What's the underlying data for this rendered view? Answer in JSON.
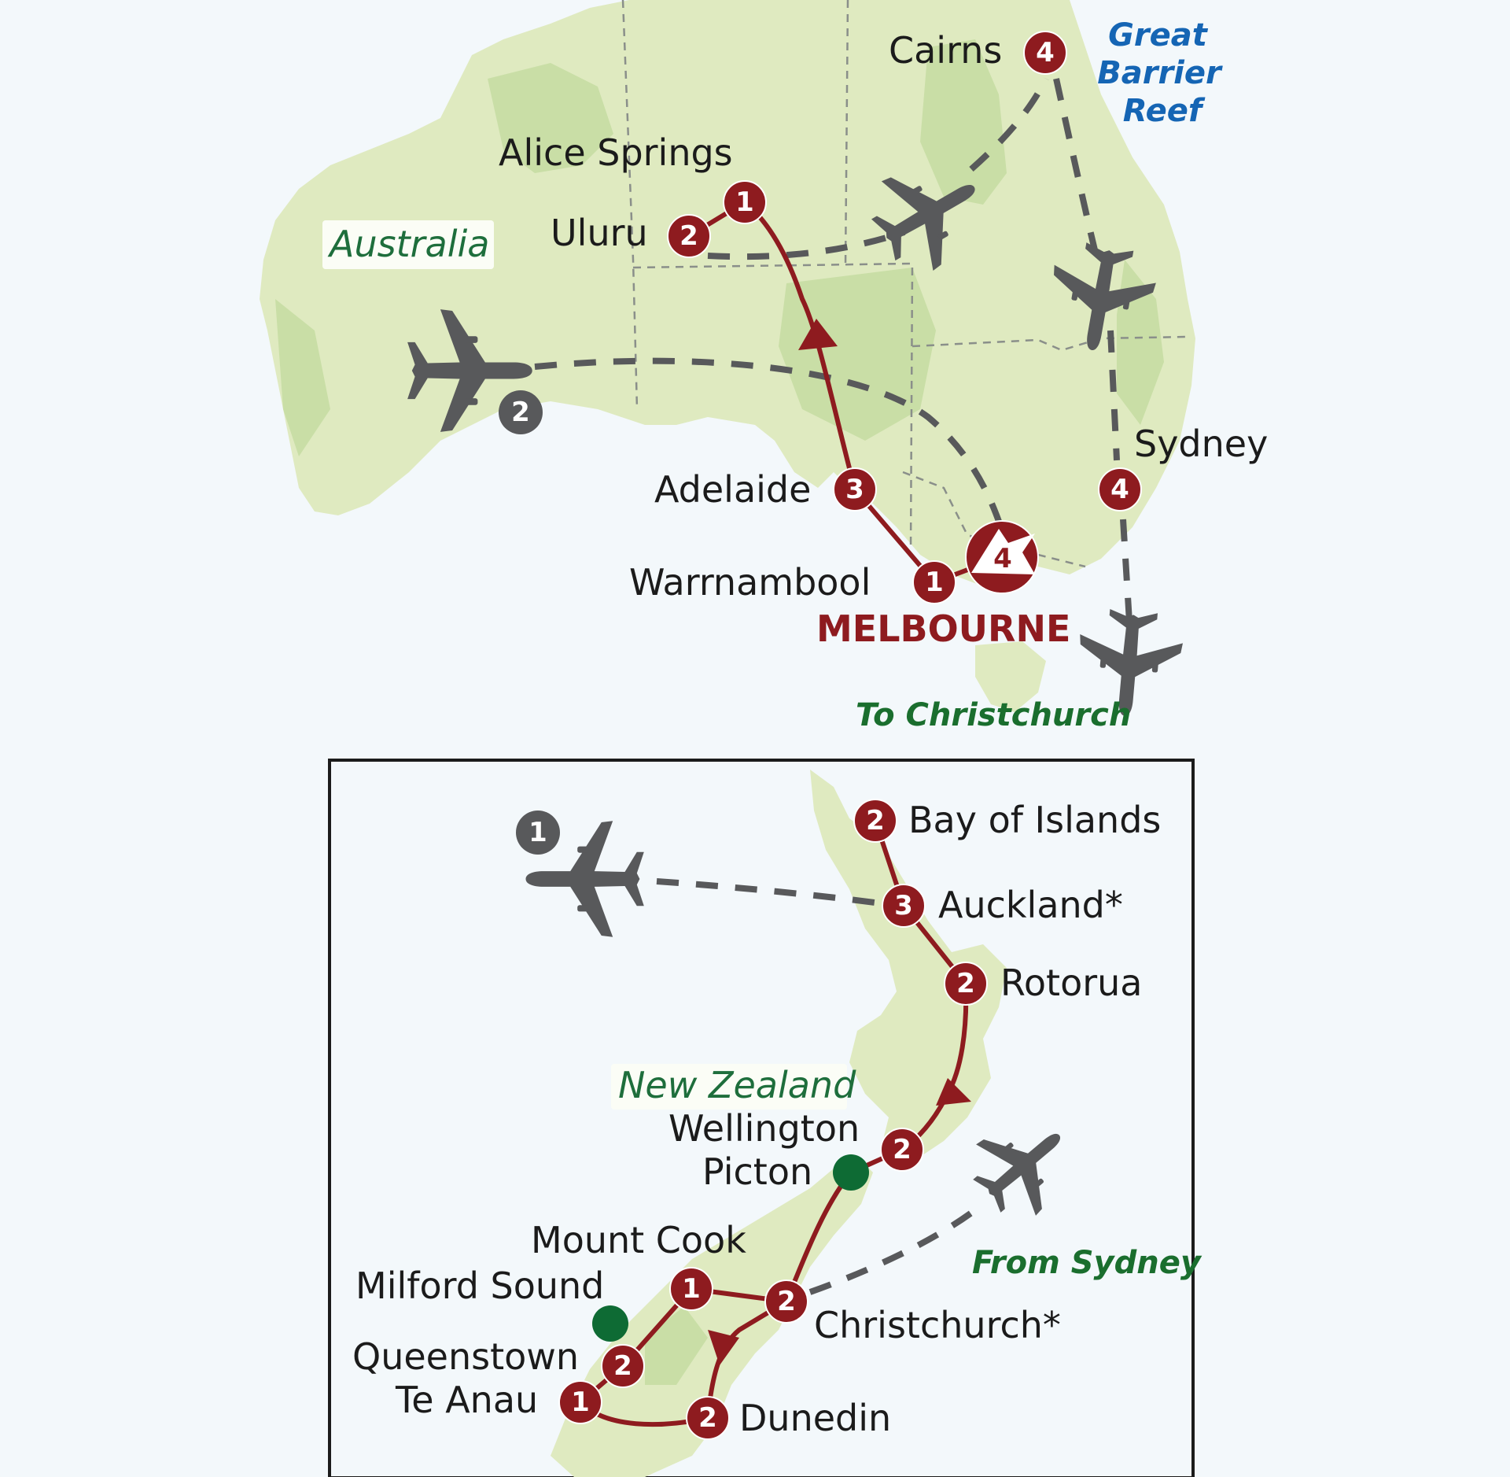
{
  "map": {
    "colors": {
      "sea": "#f3f8fb",
      "land": "#dfeac0",
      "land_dark": "#c9dea6",
      "route": "#8e1b1f",
      "marker": "#8e1b1f",
      "flight": "#58595b",
      "green_dot": "#0e6b34",
      "region_label": "#1e6e3c",
      "reef_label": "#1565b4"
    }
  },
  "australia": {
    "region_label": "Australia",
    "reef_label": [
      "Great",
      "Barrier",
      "Reef"
    ],
    "to_christchurch": "To Christchurch",
    "start_city": "MELBOURNE",
    "stops": [
      {
        "name": "Cairns",
        "nights": "4"
      },
      {
        "name": "Alice Springs",
        "nights": "1"
      },
      {
        "name": "Uluru",
        "nights": "2"
      },
      {
        "name": "Adelaide",
        "nights": "3"
      },
      {
        "name": "Warrnambool",
        "nights": "1"
      },
      {
        "name": "Melbourne",
        "nights": "4"
      },
      {
        "name": "Sydney",
        "nights": "4"
      }
    ],
    "flight_badge": "2"
  },
  "new_zealand": {
    "region_label": "New Zealand",
    "from_sydney": "From Sydney",
    "flight_badge": "1",
    "stops": [
      {
        "name": "Bay of Islands",
        "nights": "2"
      },
      {
        "name": "Auckland*",
        "nights": "3"
      },
      {
        "name": "Rotorua",
        "nights": "2"
      },
      {
        "name": "Wellington",
        "nights": "2"
      },
      {
        "name": "Picton",
        "nights": ""
      },
      {
        "name": "Christchurch*",
        "nights": "2"
      },
      {
        "name": "Mount Cook",
        "nights": "1"
      },
      {
        "name": "Milford Sound",
        "nights": ""
      },
      {
        "name": "Queenstown",
        "nights": "2"
      },
      {
        "name": "Te Anau",
        "nights": "1"
      },
      {
        "name": "Dunedin",
        "nights": "2"
      }
    ]
  }
}
